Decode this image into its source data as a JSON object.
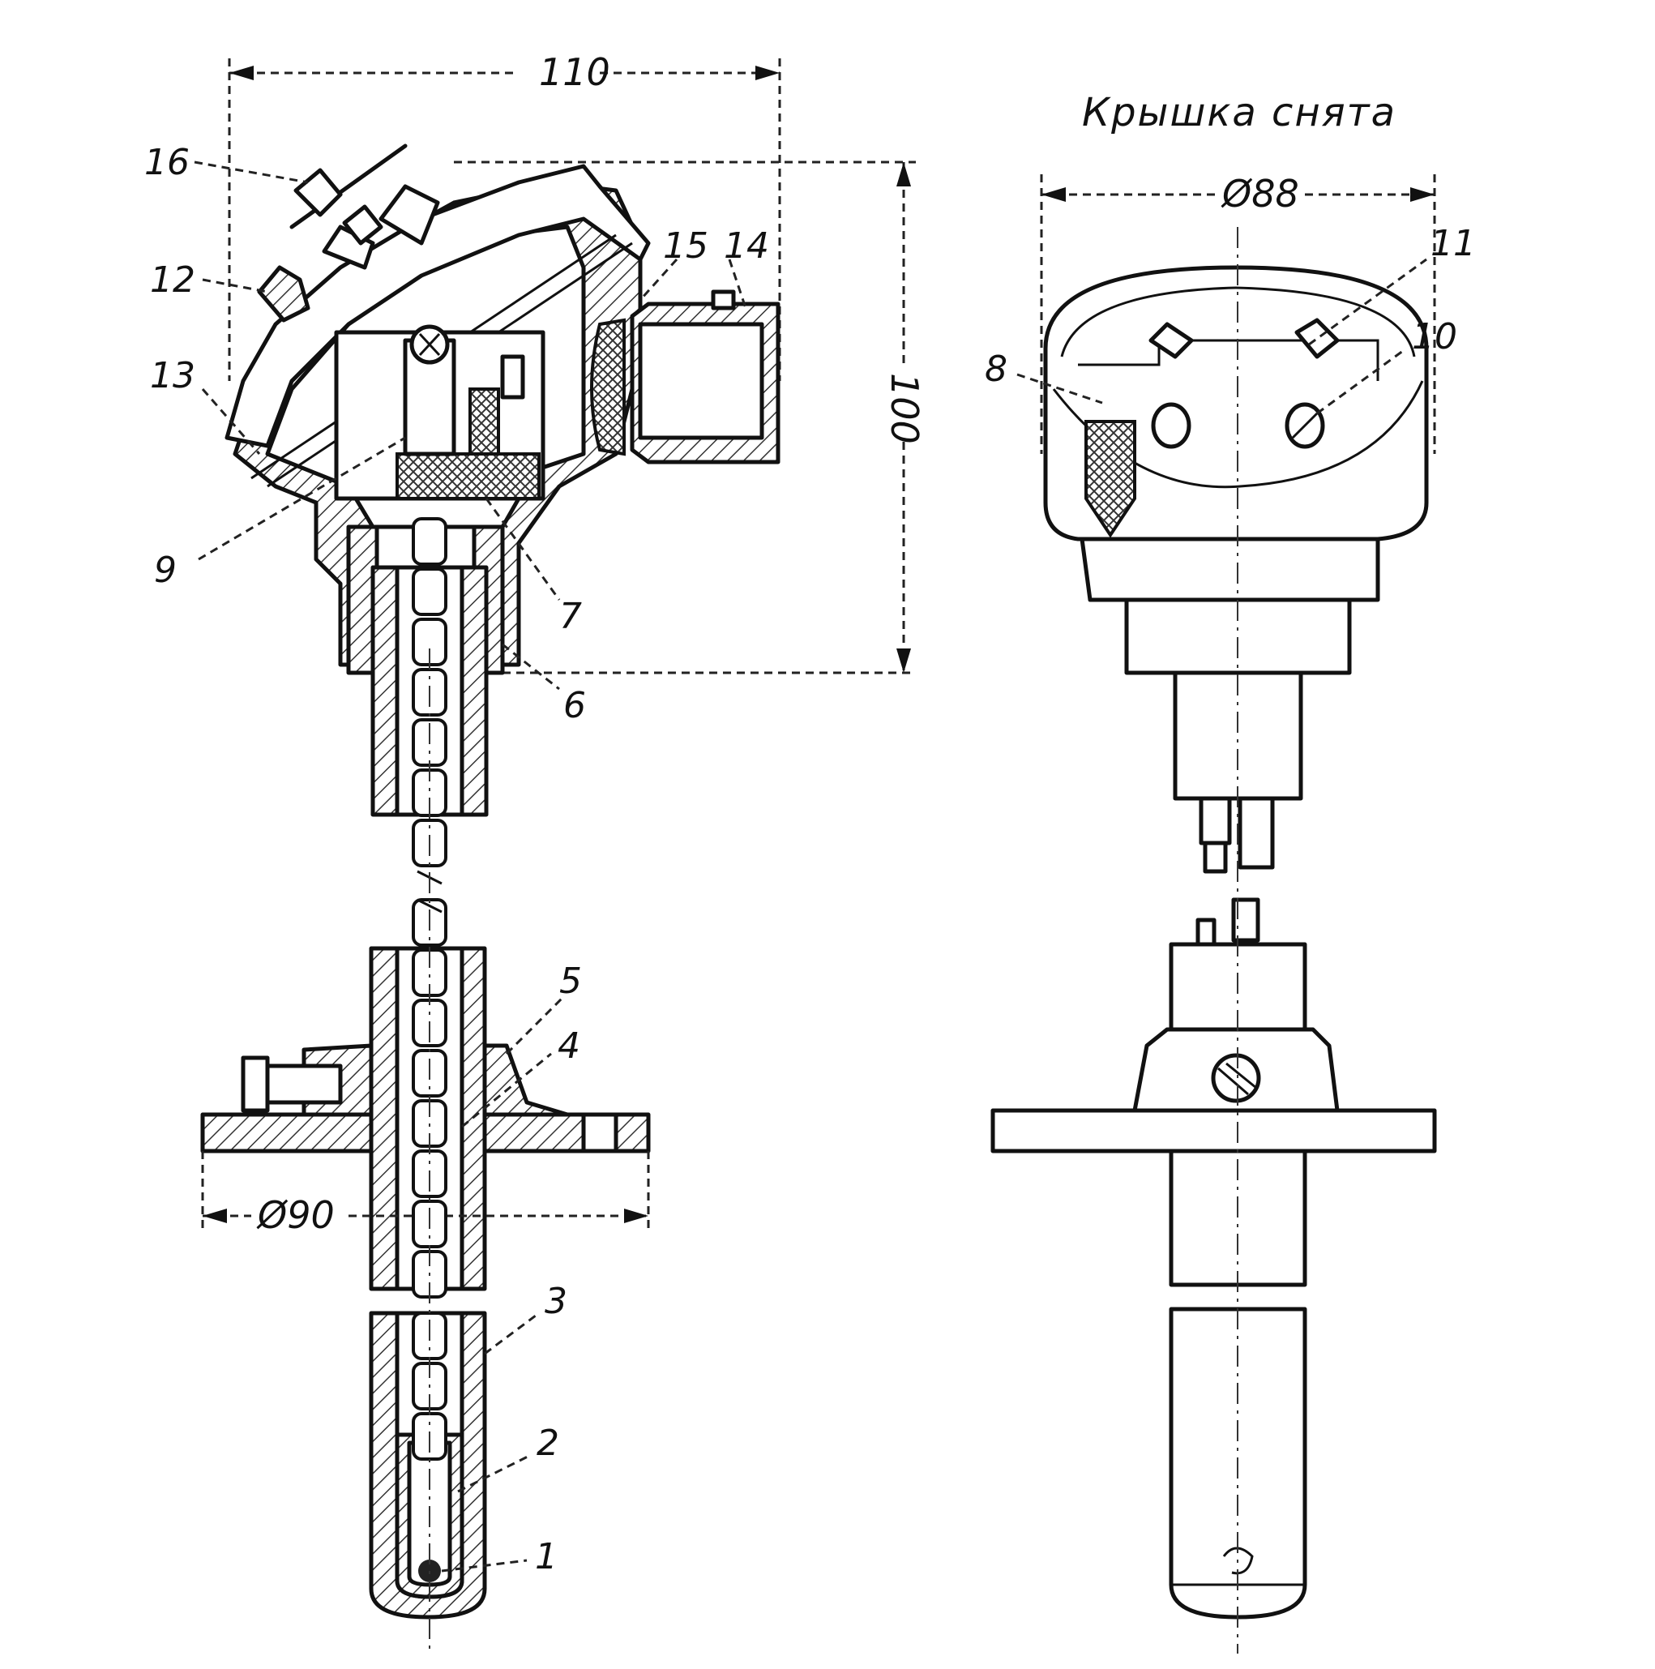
{
  "caption": "Крышка снята",
  "dimensions": {
    "head_width": "110",
    "head_height": "100",
    "head_diameter": "Ø88",
    "flange_diameter": "Ø90"
  },
  "labels": [
    "1",
    "2",
    "3",
    "4",
    "5",
    "6",
    "7",
    "8",
    "9",
    "10",
    "11",
    "12",
    "13",
    "14",
    "15",
    "16"
  ]
}
